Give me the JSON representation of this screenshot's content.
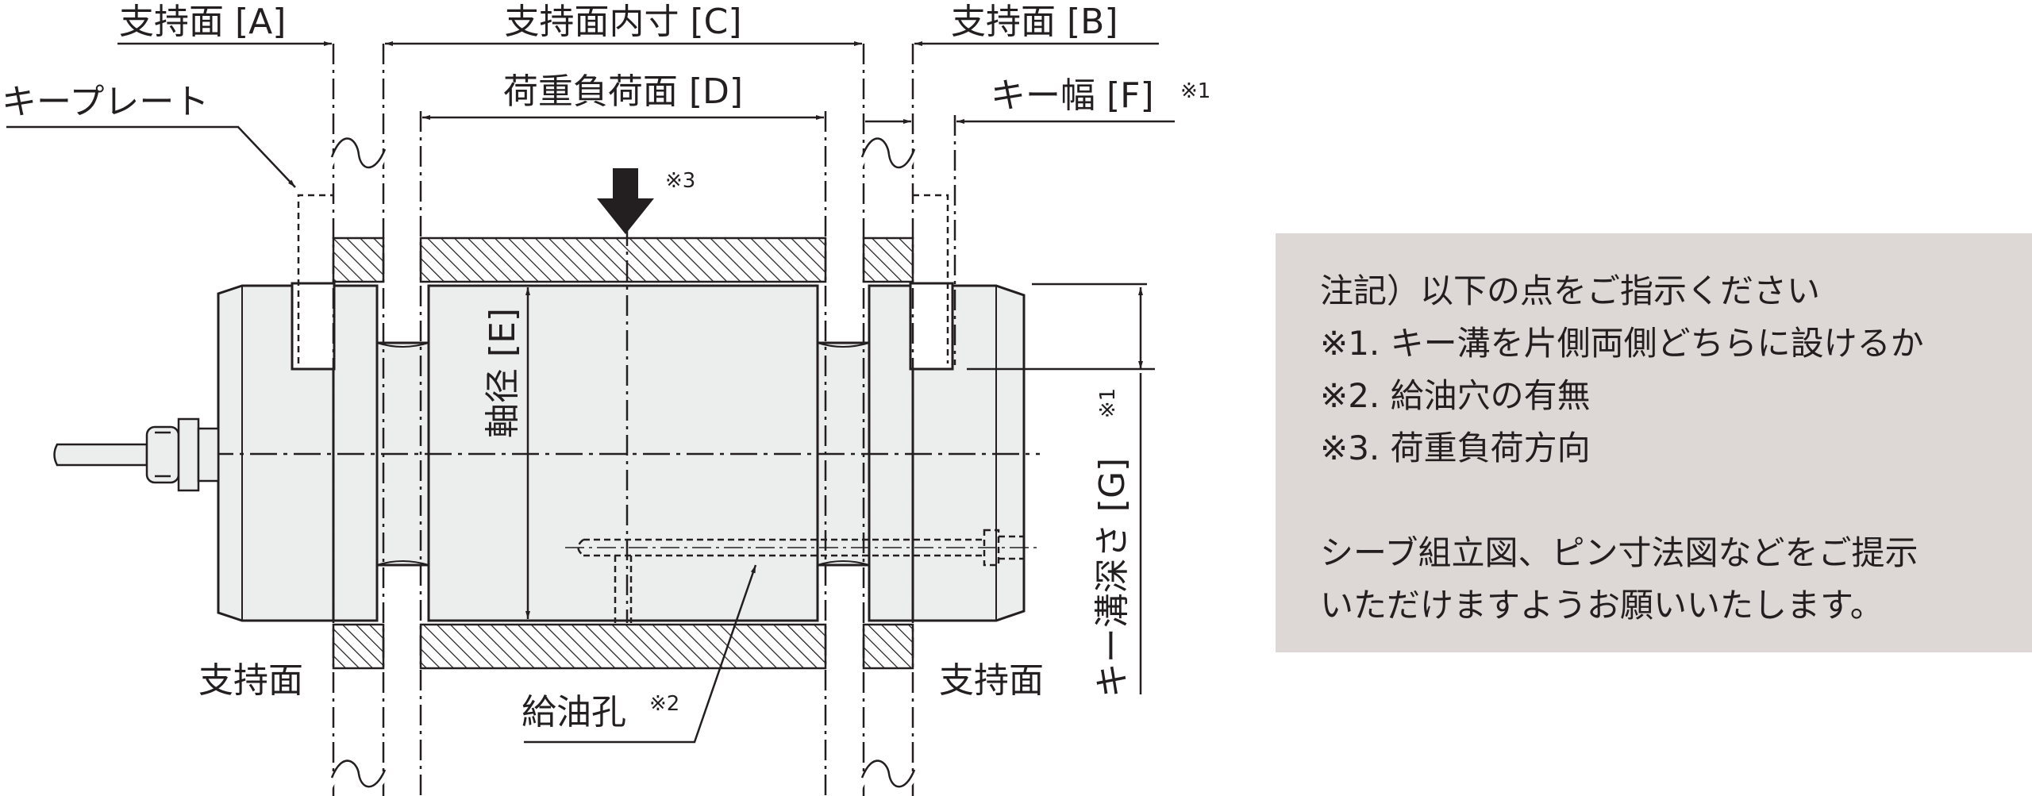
{
  "diagram": {
    "labels": {
      "support_a": "支持面 [A]",
      "support_inner": "支持面内寸 [C]",
      "support_b": "支持面 [B]",
      "key_plate": "キープレート",
      "load_face": "荷重負荷面 [D]",
      "key_width": "キー幅 [F]",
      "key_width_note": "※1",
      "load_note": "※3",
      "shaft_diameter": "軸径 [E]",
      "key_groove_depth": "キー溝深さ [G]",
      "key_groove_note": "※1",
      "support_left": "支持面",
      "support_right": "支持面",
      "oil_hole": "給油孔",
      "oil_hole_note": "※2"
    }
  },
  "notes": {
    "heading": "注記）以下の点をご指示ください",
    "items": [
      "※1. キー溝を片側両側どちらに設けるか",
      "※2. 給油穴の有無",
      "※3. 荷重負荷方向"
    ],
    "request_lines": [
      "シーブ組立図、ピン寸法図などをご提示",
      "いただけますようお願いいたします。"
    ]
  },
  "colors": {
    "line": "#231f20",
    "pin_body": "#eceeed",
    "notes_background": "#ddd8d5"
  }
}
